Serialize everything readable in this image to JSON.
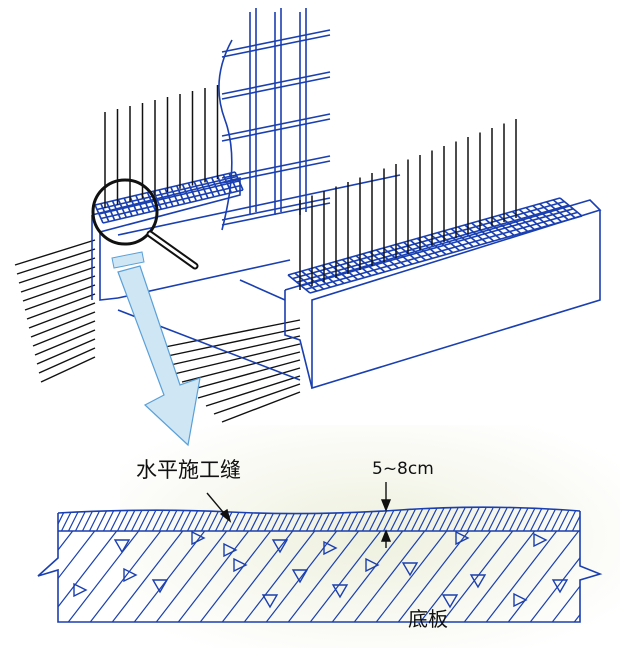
{
  "labels": {
    "joint": "水平施工缝",
    "thickness": "5~8cm",
    "slab": "底板"
  },
  "colors": {
    "line": "#1a3fb0",
    "rebar": "#111111",
    "arrow_fill": "#cfe6f5",
    "background_tint": "#eef0de"
  }
}
